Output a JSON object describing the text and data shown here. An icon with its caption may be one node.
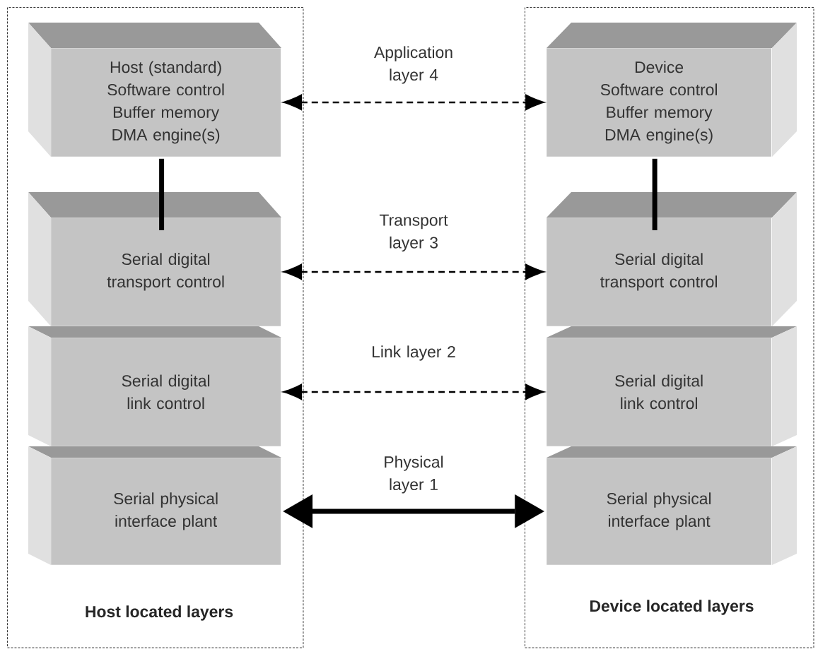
{
  "diagram": {
    "nodes": [
      {
        "text": [
          "Host located layers"
        ]
      },
      {
        "text": [
          "Host (standard)",
          "Software control",
          "Buffer memory",
          "DMA engine(s)"
        ],
        "in": 0
      },
      {
        "text": [
          "Serial digital transport control"
        ],
        "in": 0
      },
      {
        "text": [
          "Serial digital link control"
        ],
        "in": 0
      },
      {
        "text": [
          "Serial physical interface plant"
        ],
        "in": 0
      },
      {
        "text": [
          "Device located layers"
        ]
      },
      {
        "text": [
          "Device",
          "Software control",
          "Buffer memory",
          "DMA engine(s)"
        ],
        "in": 5
      },
      {
        "text": [
          "Serial digital transport control"
        ],
        "in": 5
      },
      {
        "text": [
          "Serial digital link control"
        ],
        "in": 5
      },
      {
        "text": [
          "Serial physical interface plant"
        ],
        "in": 5
      }
    ],
    "edges": [
      {
        "from": 1,
        "to": 2,
        "arrow": "none",
        "style": "thick"
      },
      {
        "from": 6,
        "to": 7,
        "arrow": "none",
        "style": "thick"
      },
      {
        "from": 1,
        "to": 6,
        "arrow": "both",
        "style": "dashed",
        "label": "Application layer 4"
      },
      {
        "from": 2,
        "to": 7,
        "arrow": "both",
        "style": "dashed",
        "label": "Transport layer 3"
      },
      {
        "from": 3,
        "to": 8,
        "arrow": "both",
        "style": "dashed",
        "label": "Link layer 2"
      },
      {
        "from": 4,
        "to": 9,
        "arrow": "both",
        "style": "thick",
        "label": "Physical layer 1"
      }
    ]
  }
}
